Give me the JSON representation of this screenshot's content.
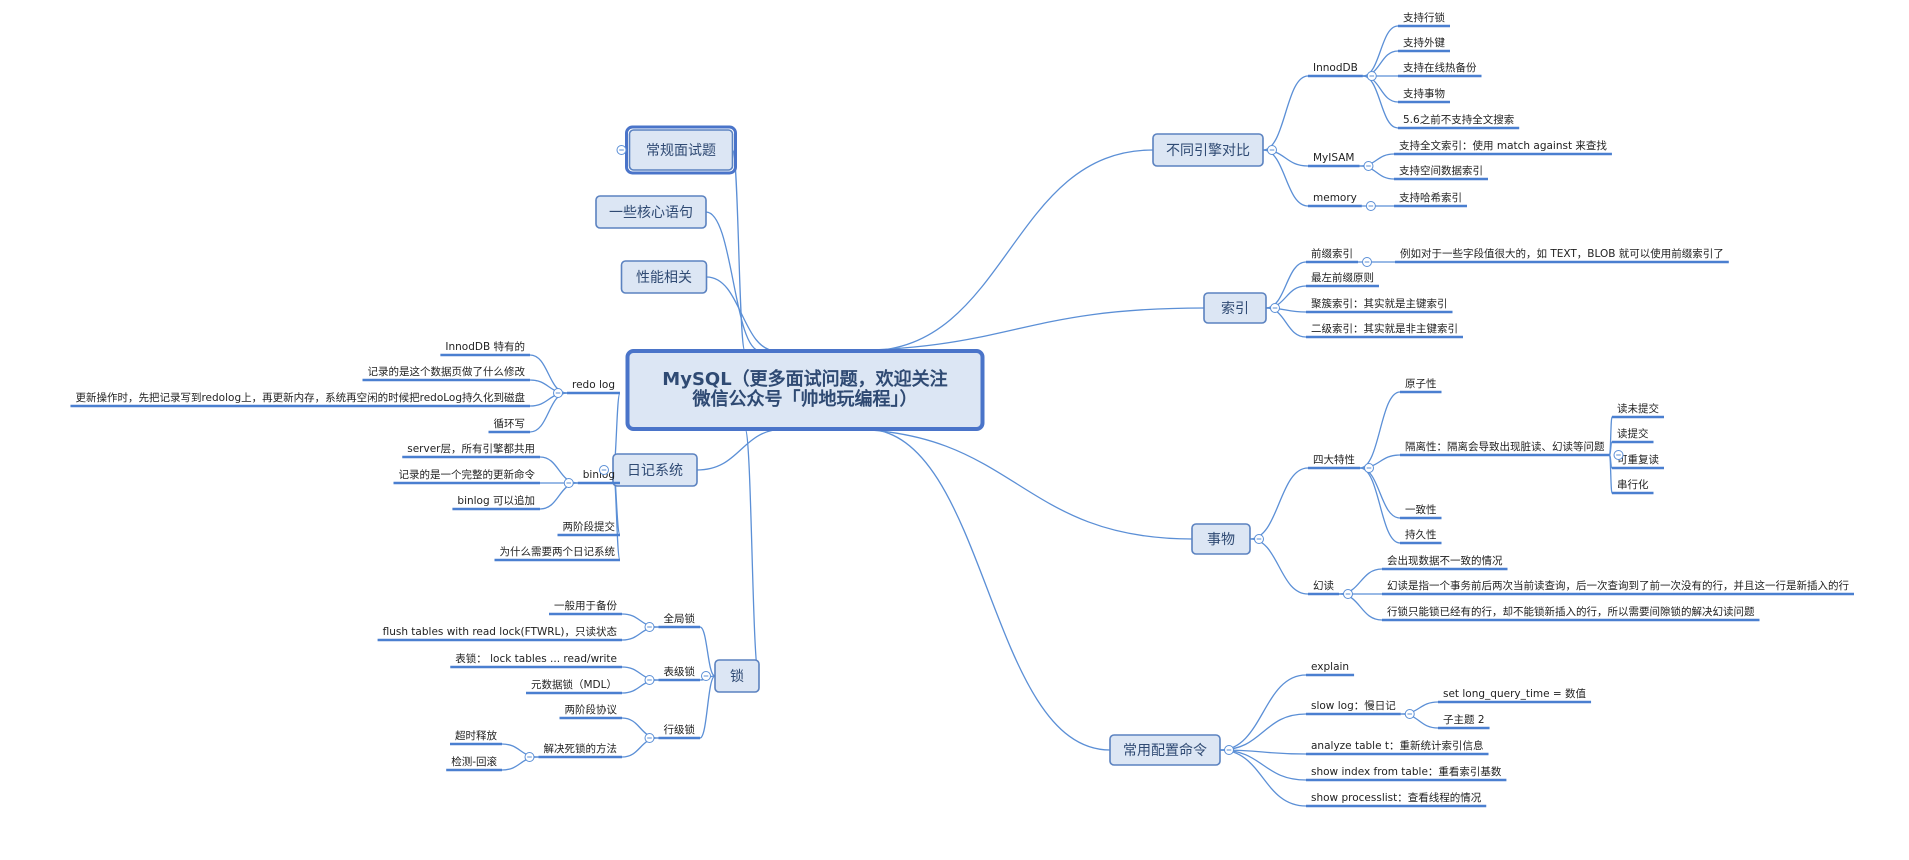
{
  "root": {
    "id": "root",
    "line1": "MySQL（更多面试问题，欢迎关注",
    "line2": "微信公众号「帅地玩编程」）"
  },
  "branches": [
    {
      "id": "b-engine",
      "label": "不同引擎对比",
      "side": "right"
    },
    {
      "id": "b-index",
      "label": "索引",
      "side": "right"
    },
    {
      "id": "b-tx",
      "label": "事物",
      "side": "right"
    },
    {
      "id": "b-cmd",
      "label": "常用配置命令",
      "side": "right"
    },
    {
      "id": "b-common",
      "label": "常规面试题",
      "side": "left",
      "selected": true
    },
    {
      "id": "b-core",
      "label": "一些核心语句",
      "side": "left"
    },
    {
      "id": "b-perf",
      "label": "性能相关",
      "side": "left"
    },
    {
      "id": "b-log",
      "label": "日记系统",
      "side": "left"
    },
    {
      "id": "b-lock",
      "label": "锁",
      "side": "left"
    }
  ],
  "nodes": [
    {
      "id": "n-innodb",
      "label": "InnodDB"
    },
    {
      "id": "n-i1",
      "label": "支持行锁"
    },
    {
      "id": "n-i2",
      "label": "支持外键"
    },
    {
      "id": "n-i3",
      "label": "支持在线热备份"
    },
    {
      "id": "n-i4",
      "label": "支持事物"
    },
    {
      "id": "n-i5",
      "label": "5.6之前不支持全文搜索"
    },
    {
      "id": "n-myisam",
      "label": "MyISAM"
    },
    {
      "id": "n-m1",
      "label": "支持全文索引：使用 match against 来查找"
    },
    {
      "id": "n-m2",
      "label": "支持空间数据索引"
    },
    {
      "id": "n-memory",
      "label": "memory"
    },
    {
      "id": "n-mem1",
      "label": "支持哈希索引"
    },
    {
      "id": "n-prefix",
      "label": "前缀索引"
    },
    {
      "id": "n-prefix1",
      "label": "例如对于一些字段值很大的，如 TEXT，BLOB 就可以使用前缀索引了"
    },
    {
      "id": "n-leftmost",
      "label": "最左前缀原则"
    },
    {
      "id": "n-cluster",
      "label": "聚簇索引：其实就是主键索引"
    },
    {
      "id": "n-secondary",
      "label": "二级索引：其实就是非主键索引"
    },
    {
      "id": "n-acid",
      "label": "四大特性"
    },
    {
      "id": "n-atom",
      "label": "原子性"
    },
    {
      "id": "n-iso",
      "label": "隔离性：隔离会导致出现脏读、幻读等问题"
    },
    {
      "id": "n-iso1",
      "label": "读未提交"
    },
    {
      "id": "n-iso2",
      "label": "读提交"
    },
    {
      "id": "n-iso3",
      "label": "可重复读"
    },
    {
      "id": "n-iso4",
      "label": "串行化"
    },
    {
      "id": "n-consist",
      "label": "一致性"
    },
    {
      "id": "n-durab",
      "label": "持久性"
    },
    {
      "id": "n-phantom",
      "label": "幻读"
    },
    {
      "id": "n-ph1",
      "label": "会出现数据不一致的情况"
    },
    {
      "id": "n-ph2",
      "label": "幻读是指一个事务前后两次当前读查询，后一次查询到了前一次没有的行，并且这一行是新插入的行"
    },
    {
      "id": "n-ph3",
      "label": "行锁只能锁已经有的行，却不能锁新插入的行，所以需要间隙锁的解决幻读问题"
    },
    {
      "id": "n-explain",
      "label": "explain"
    },
    {
      "id": "n-slowlog",
      "label": "slow log：慢日记"
    },
    {
      "id": "n-sl1",
      "label": "set long_query_time = 数值"
    },
    {
      "id": "n-sl2",
      "label": "子主题 2"
    },
    {
      "id": "n-analyze",
      "label": "analyze table t：重新统计索引信息"
    },
    {
      "id": "n-showindex",
      "label": "show index from table：重看索引基数"
    },
    {
      "id": "n-showproc",
      "label": "show processlist：查看线程的情况"
    },
    {
      "id": "n-redo",
      "label": "redo log"
    },
    {
      "id": "n-r1",
      "label": "InnodDB 特有的"
    },
    {
      "id": "n-r2",
      "label": "记录的是这个数据页做了什么修改"
    },
    {
      "id": "n-r3",
      "label": "更新操作时，先把记录写到redolog上，再更新内存，系统再空闲的时候把redoLog持久化到磁盘"
    },
    {
      "id": "n-r4",
      "label": "循环写"
    },
    {
      "id": "n-binlog",
      "label": "binlog"
    },
    {
      "id": "n-bl1",
      "label": "server层，所有引擎都共用"
    },
    {
      "id": "n-bl2",
      "label": "记录的是一个完整的更新命令"
    },
    {
      "id": "n-bl3",
      "label": "binlog 可以追加"
    },
    {
      "id": "n-2pc",
      "label": "两阶段提交"
    },
    {
      "id": "n-why2",
      "label": "为什么需要两个日记系统"
    },
    {
      "id": "n-global",
      "label": "全局锁"
    },
    {
      "id": "n-g1",
      "label": "一般用于备份"
    },
    {
      "id": "n-g2",
      "label": "flush tables with read lock(FTWRL)，只读状态"
    },
    {
      "id": "n-table",
      "label": "表级锁"
    },
    {
      "id": "n-t1",
      "label": "表锁：        lock tables ... read/write"
    },
    {
      "id": "n-t2",
      "label": "元数据锁（MDL）"
    },
    {
      "id": "n-row",
      "label": "行级锁"
    },
    {
      "id": "n-row1",
      "label": "两阶段协议"
    },
    {
      "id": "n-dead",
      "label": "解决死锁的方法"
    },
    {
      "id": "n-dead1",
      "label": "超时释放"
    },
    {
      "id": "n-dead2",
      "label": "检测-回滚"
    }
  ],
  "style": {
    "line_color": "#5b8fd6",
    "underline_color": "#4a7fd0",
    "box_fill": "#dce6f4",
    "box_border": "#5b82c0",
    "root_border": "#4a74c9",
    "text_color": "#2f4a73"
  }
}
